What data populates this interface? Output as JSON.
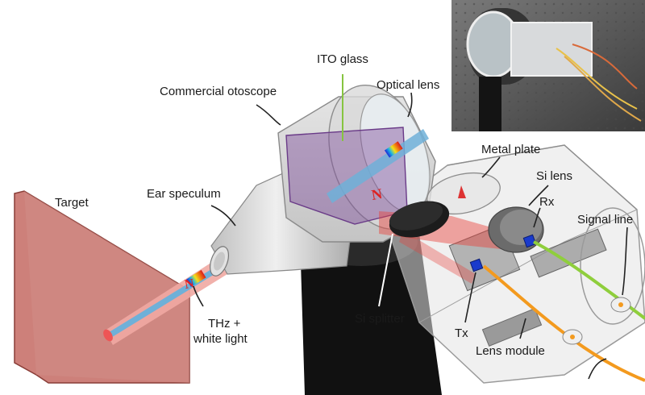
{
  "labels": {
    "target": "Target",
    "ear_speculum": "Ear speculum",
    "commercial_otoscope": "Commercial otoscope",
    "ito_glass": "ITO glass",
    "optical_lens": "Optical lens",
    "metal_plate": "Metal plate",
    "si_lens": "Si lens",
    "rx": "Rx",
    "signal_line": "Signal line",
    "si_splitter": "Si splitter",
    "tx": "Tx",
    "lens_module": "Lens module",
    "thz_line1": "THz +",
    "thz_line2": "white light"
  },
  "colors": {
    "thz_beam": "#e8403a",
    "white_light_beam": "#6fb0d8",
    "ito_glass": "#7e4e9c",
    "target_panel": "#c9756f",
    "signal_line_green": "#8fce3c",
    "signal_line_orange": "#f39a1e",
    "ito_leader": "#86c440"
  }
}
